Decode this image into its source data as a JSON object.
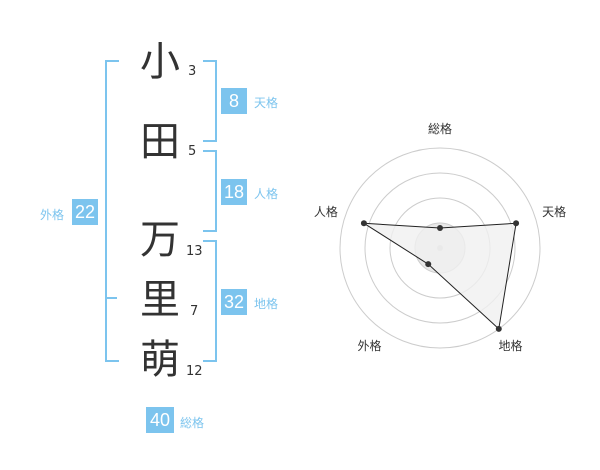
{
  "name": {
    "chars": [
      {
        "char": "小",
        "strokes": "3"
      },
      {
        "char": "田",
        "strokes": "5"
      },
      {
        "char": "万",
        "strokes": "13"
      },
      {
        "char": "里",
        "strokes": "7"
      },
      {
        "char": "萌",
        "strokes": "12"
      }
    ]
  },
  "kakusu": {
    "tenkaku": {
      "value": "8",
      "label": "天格"
    },
    "jinkaku": {
      "value": "18",
      "label": "人格"
    },
    "chikaku": {
      "value": "32",
      "label": "地格"
    },
    "gaikaku": {
      "value": "22",
      "label": "外格"
    },
    "soukaku": {
      "value": "40",
      "label": "総格"
    }
  },
  "chart_data": {
    "type": "radar",
    "axes": [
      "総格",
      "天格",
      "地格",
      "外格",
      "人格"
    ],
    "values": [
      1,
      4,
      5,
      1,
      4
    ],
    "max": 5,
    "rings": 4,
    "colors": {
      "fill": "#f0f0f0",
      "line": "#222222",
      "ring": "#cccccc"
    }
  },
  "colors": {
    "accent": "#7cc4ee"
  }
}
